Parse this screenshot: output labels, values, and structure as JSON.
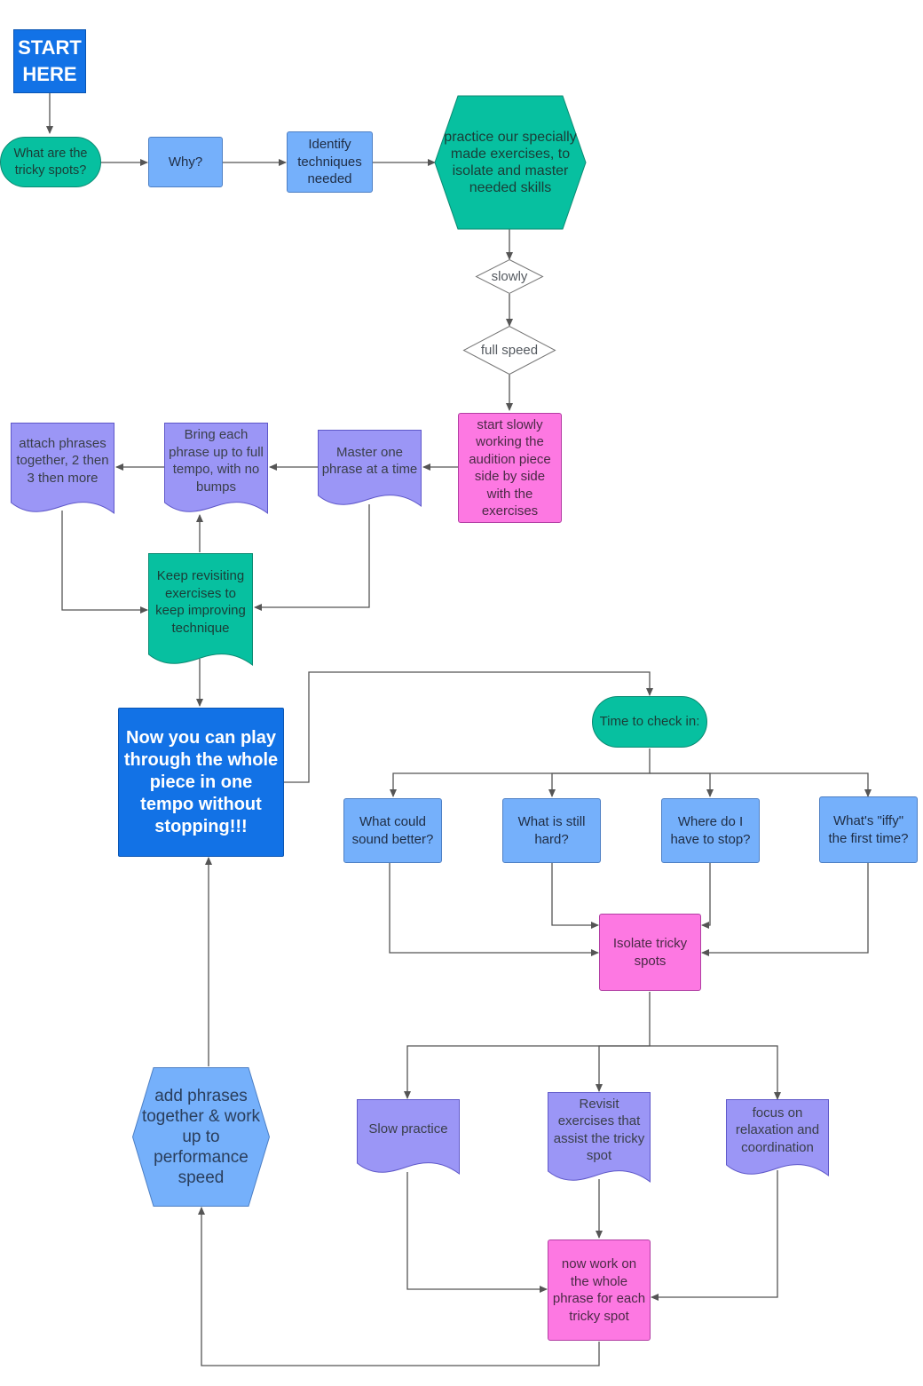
{
  "start_label": "START\nHERE",
  "nodes": {
    "tricky_spots": "What are the tricky spots?",
    "why": "Why?",
    "identify": "Identify techniques needed",
    "practice_exercises": "practice our specially made exercises, to isolate and master needed skills",
    "slowly": "slowly",
    "full_speed": "full speed",
    "start_slowly": "start slowly working the audition piece side by side with the exercises",
    "master_phrase": "Master one phrase at a time",
    "bring_tempo": "Bring each phrase up to full tempo, with no bumps",
    "attach_phrases": "attach phrases together, 2 then 3 then more",
    "keep_revisiting": "Keep revisiting exercises to keep improving technique",
    "play_through": "Now you can play through the whole piece in one tempo without stopping!!!",
    "check_in": "Time to check in:",
    "sound_better": "What could sound better?",
    "still_hard": "What is still hard?",
    "have_to_stop": "Where do I have to stop?",
    "iffy": "What's \"iffy\" the first time?",
    "isolate": "Isolate tricky spots",
    "slow_practice": "Slow practice",
    "revisit_exercises": "Revisit exercises that assist the tricky spot",
    "relaxation": "focus on relaxation and coordination",
    "whole_phrase": "now work on the whole phrase for each tricky spot",
    "add_phrases": "add phrases together & work up to performance speed"
  },
  "colors": {
    "blue": "#75b0fb",
    "dark_blue": "#1272e6",
    "teal": "#07c0a0",
    "pink": "#fd78e2",
    "purple": "#9b96f6",
    "connector": "#555555"
  }
}
